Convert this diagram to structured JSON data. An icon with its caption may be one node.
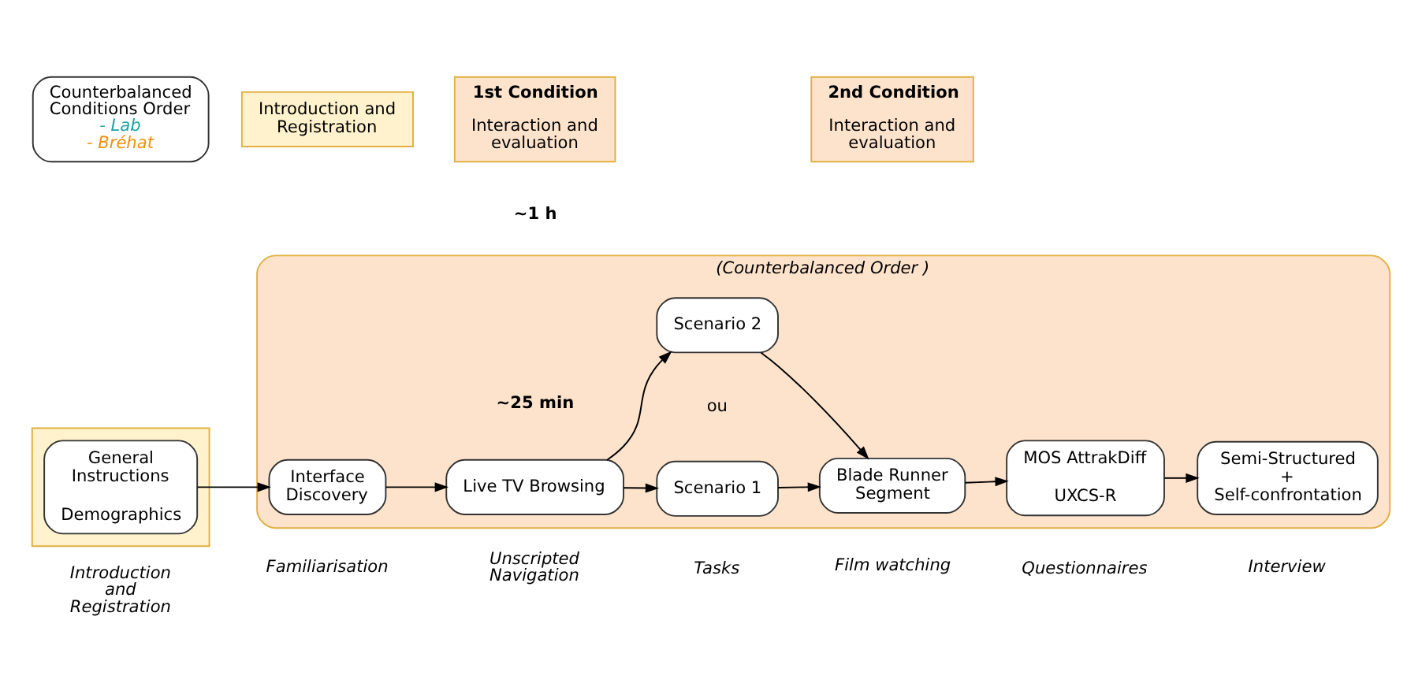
{
  "diagram": {
    "nodes": [
      {
        "text": [
          "Counterbalanced Conditions Order",
          "- Lab",
          "- Bréhat"
        ]
      },
      {
        "text": [
          "Introduction and Registration"
        ]
      },
      {
        "text": [
          "1st Condition",
          "Interaction and evaluation"
        ]
      },
      {
        "text": [
          "2nd Condition",
          "Interaction and evaluation"
        ]
      },
      {
        "text": [],
        "shape": "box"
      },
      {
        "text": [
          "(Counterbalanced Order )"
        ]
      },
      {
        "text": [
          "General Instructions",
          "Demographics"
        ],
        "in": 4
      },
      {
        "text": [
          "Interface Discovery"
        ],
        "in": 5
      },
      {
        "text": [
          "Live TV Browsing"
        ],
        "in": 5
      },
      {
        "text": [
          "Scenario 1"
        ],
        "in": 5
      },
      {
        "text": [
          "Scenario 2"
        ],
        "in": 5
      },
      {
        "text": [
          "Blade Runner Segment"
        ],
        "in": 5
      },
      {
        "text": [
          "MOS AttrakDiff",
          "UXCS-R"
        ],
        "in": 5
      },
      {
        "text": [
          "Semi-Structured + Self-confrontation"
        ],
        "in": 5
      }
    ],
    "edges": [
      {
        "from": 6,
        "to": 7,
        "arrow": "to"
      },
      {
        "from": 7,
        "to": 8,
        "arrow": "to"
      },
      {
        "from": 8,
        "to": 9,
        "arrow": "to"
      },
      {
        "from": 8,
        "to": 10,
        "arrow": "to"
      },
      {
        "from": 9,
        "to": 11,
        "arrow": "to"
      },
      {
        "from": 10,
        "to": 11,
        "arrow": "to"
      },
      {
        "from": 11,
        "to": 12,
        "arrow": "to"
      },
      {
        "from": 12,
        "to": 13,
        "arrow": "to"
      }
    ],
    "labels": [
      "~1 h",
      "ou",
      "~25 min",
      "Introduction and Registration",
      "Familiarisation",
      "Unscripted Navigation",
      "Tasks",
      "Film watching",
      "Questionnaires",
      "Interview"
    ]
  }
}
